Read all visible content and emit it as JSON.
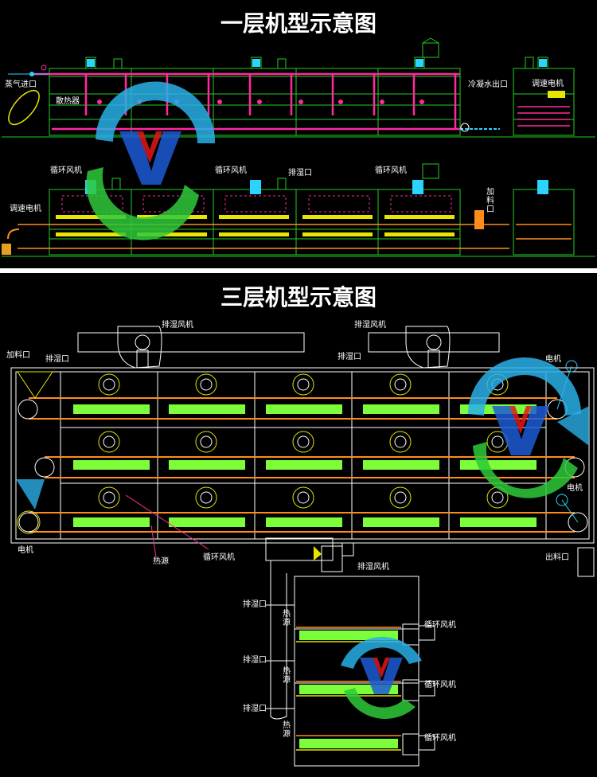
{
  "titles": {
    "top": "一层机型示意图",
    "bottom": "三层机型示意图"
  },
  "single_layer": {
    "labels": {
      "steam_inlet": "蒸气进口",
      "radiator": "散热器",
      "condensate_outlet": "冷凝水出口",
      "speed_motor_top": "调速电机",
      "circ_fan_1": "循环风机",
      "circ_fan_2": "循环风机",
      "circ_fan_3": "循环风机",
      "dehumid_port": "排湿口",
      "speed_motor_left": "调速电机",
      "feed_port": "加料口"
    }
  },
  "three_layer": {
    "labels": {
      "exhaust_fan_1": "排湿风机",
      "exhaust_fan_2": "排湿风机",
      "feed_port": "加料口",
      "dehumid_1": "排湿口",
      "dehumid_2": "排湿口",
      "motor_top_right": "电机",
      "motor_mid_right": "电机",
      "motor_bottom_left": "电机",
      "heat_source": "热源",
      "circ_fan": "循环风机",
      "discharge_port": "出料口"
    }
  },
  "side_view": {
    "labels": {
      "exhaust_fan": "排湿风机",
      "dehumid_1": "排湿口",
      "dehumid_2": "排湿口",
      "dehumid_3": "排湿口",
      "heat_1": "热源",
      "heat_2": "热源",
      "heat_3": "热源",
      "circ_fan_1": "循环风机",
      "circ_fan_2": "循环风机",
      "circ_fan_3": "循环风机"
    }
  },
  "colors": {
    "frame": "#22cc22",
    "pipe": "#ff2a9c",
    "belt": "#ff8c1a",
    "fan": "#2ad4ff",
    "structure": "#ffffff",
    "coil": "#7cff3a",
    "logo_blue": "#1e5bd6",
    "logo_red": "#e01818",
    "logo_green": "#2ec93a",
    "logo_cyan": "#2ab0e8"
  }
}
